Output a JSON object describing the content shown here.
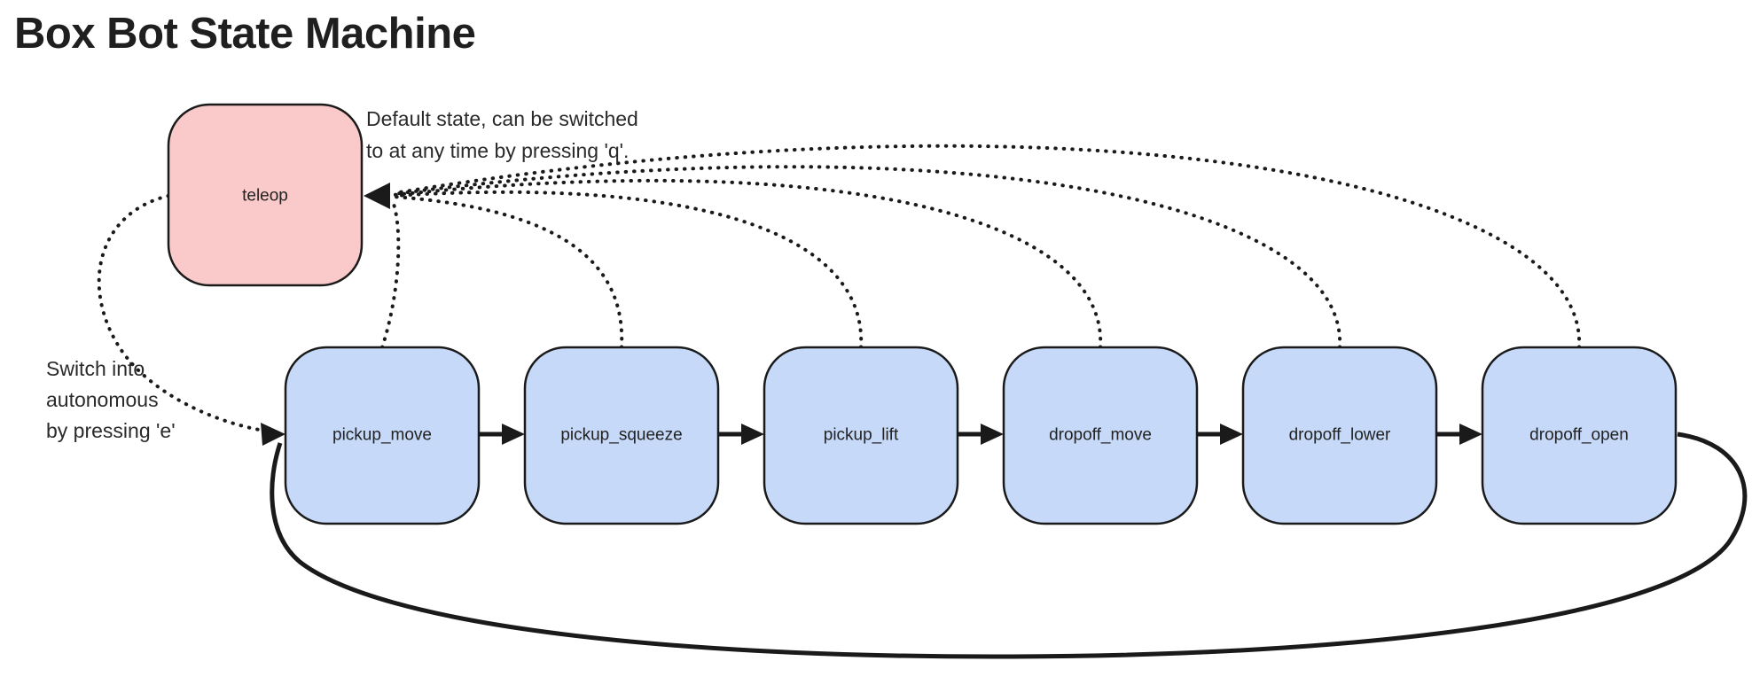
{
  "title": "Box Bot State Machine",
  "colors": {
    "teleop_fill": "#fac9c9",
    "state_fill": "#c6d9f8",
    "stroke": "#1a1a1a",
    "text": "#222222"
  },
  "states": {
    "teleop": {
      "label": "teleop"
    },
    "autonomous": [
      {
        "label": "pickup_move"
      },
      {
        "label": "pickup_squeeze"
      },
      {
        "label": "pickup_lift"
      },
      {
        "label": "dropoff_move"
      },
      {
        "label": "dropoff_lower"
      },
      {
        "label": "dropoff_open"
      }
    ]
  },
  "annotations": {
    "default_note_line1": "Default state, can be switched",
    "default_note_line2": "to at any time by pressing 'q'.",
    "switch_note_line1": "Switch into",
    "switch_note_line2": "autonomous",
    "switch_note_line3": "by pressing 'e'"
  },
  "edges": {
    "solid_sequence": [
      [
        "pickup_move",
        "pickup_squeeze"
      ],
      [
        "pickup_squeeze",
        "pickup_lift"
      ],
      [
        "pickup_lift",
        "dropoff_move"
      ],
      [
        "dropoff_move",
        "dropoff_lower"
      ],
      [
        "dropoff_lower",
        "dropoff_open"
      ]
    ],
    "solid_loop_back": [
      "dropoff_open",
      "pickup_move"
    ],
    "dotted_to_teleop_from": [
      "pickup_move",
      "pickup_squeeze",
      "pickup_lift",
      "dropoff_move",
      "dropoff_lower",
      "dropoff_open"
    ],
    "dotted_from_teleop_to": "pickup_move"
  }
}
